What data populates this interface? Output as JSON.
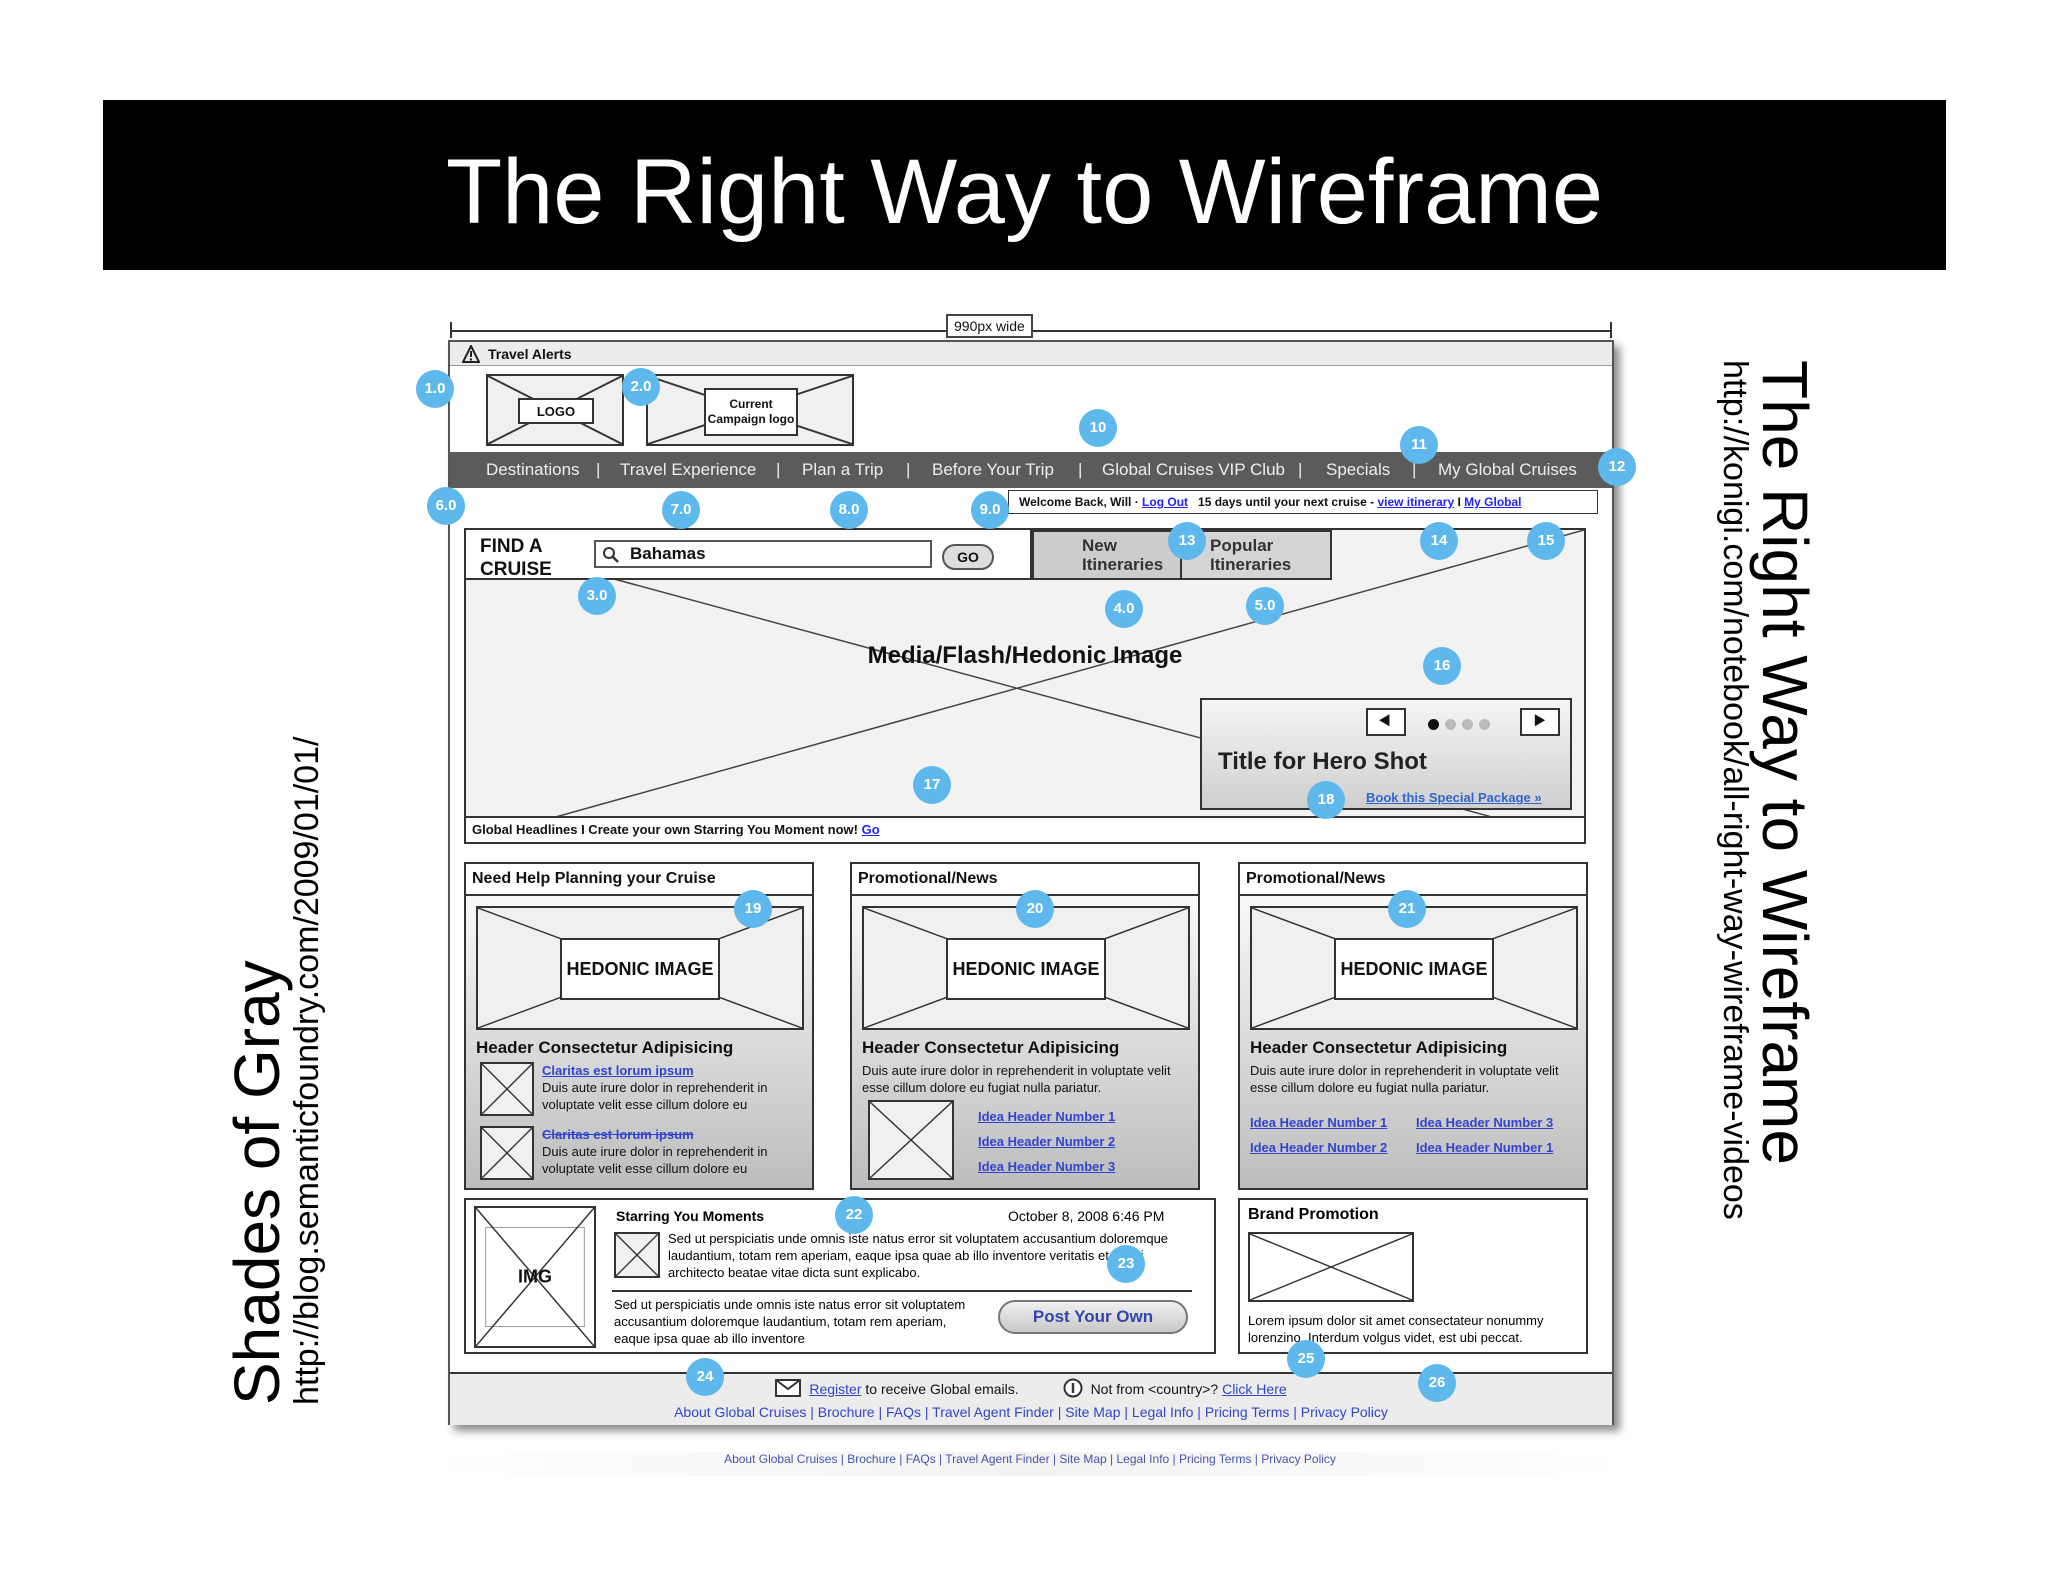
{
  "slide": {
    "title": "The Right Way to Wireframe",
    "left_heading": "Shades of Gray",
    "left_url": "http://blog.semanticfoundry.com/2009/01/01/",
    "right_heading": "The Right Way to Wireframe",
    "right_url": "http://konigi.com/notebook/all-right-way-wireframe-videos"
  },
  "wireframe": {
    "width_label": "990px wide",
    "travel_alerts": "Travel Alerts",
    "logo": "LOGO",
    "campaign_logo": "Current Campaign logo",
    "nav": [
      "Destinations",
      "|",
      "Travel Experience",
      "|",
      "Plan a Trip",
      "|",
      "Before Your Trip",
      "|",
      "Global Cruises VIP Club",
      "|",
      "Specials",
      "|",
      "My Global Cruises"
    ],
    "welcome": {
      "text": "Welcome Back, Will · ",
      "logout": "Log Out",
      "days": "15 days until your next cruise - ",
      "itinerary": "view itinerary",
      "sep": " I ",
      "my_global": "My Global"
    },
    "find": {
      "label": "FIND A CRUISE",
      "value": "Bahamas",
      "go": "GO",
      "tab_new": "New Itineraries",
      "tab_popular": "Popular Itineraries"
    },
    "media_label": "Media/Flash/Hedonic Image",
    "hero_title": "Title for Hero Shot",
    "hero_link": "Book this Special Package »",
    "headlines": {
      "text": "Global Headlines  I  Create your own Starring You Moment now! ",
      "go": "Go"
    },
    "panel1": {
      "title": "Need Help Planning your Cruise",
      "image": "HEDONIC IMAGE",
      "header": "Header Consectetur Adipisicing",
      "item1_link": "Claritas est lorum ipsum",
      "item1_text": "Duis aute irure dolor in reprehenderit in voluptate velit esse cillum dolore eu",
      "item2_link": "Claritas est lorum ipsum",
      "item2_text": "Duis aute irure dolor in reprehenderit in voluptate velit esse cillum dolore eu"
    },
    "panel2": {
      "title": "Promotional/News",
      "image": "HEDONIC IMAGE",
      "header": "Header Consectetur Adipisicing",
      "text": "Duis aute irure dolor in reprehenderit in voluptate velit esse cillum dolore eu fugiat nulla pariatur.",
      "links": [
        "Idea Header Number 1",
        "Idea Header Number 2",
        "Idea Header Number 3"
      ]
    },
    "panel3": {
      "title": "Promotional/News",
      "image": "HEDONIC IMAGE",
      "header": "Header Consectetur Adipisicing",
      "text": "Duis aute irure dolor in reprehenderit in voluptate velit esse cillum dolore eu fugiat nulla pariatur.",
      "links": [
        "Idea Header Number 1",
        "Idea Header Number 3",
        "Idea Header Number 2",
        "Idea Header Number 1"
      ]
    },
    "starring": {
      "img": "IMG",
      "title": "Starring You Moments",
      "date": "October 8, 2008 6:46 PM",
      "text1": "Sed ut perspiciatis unde omnis iste natus error sit voluptatem accusantium doloremque laudantium, totam rem aperiam, eaque ipsa quae ab illo inventore veritatis et quasi architecto beatae vitae dicta sunt explicabo.",
      "text2": "Sed ut perspiciatis unde omnis iste natus error sit voluptatem accusantium doloremque laudantium, totam rem aperiam, eaque ipsa quae ab illo inventore",
      "post": "Post Your Own"
    },
    "brand": {
      "title": "Brand Promotion",
      "text": "Lorem ipsum dolor sit amet consectateur nonummy lorenzino. Interdum volgus videt, est ubi peccat."
    },
    "footer": {
      "register": "Register",
      "register_text": " to receive Global emails.",
      "not_from": "Not from <country>? ",
      "click_here": "Click Here",
      "links": "About Global Cruises | Brochure | FAQs | Travel Agent Finder | Site Map | Legal Info | Pricing Terms | Privacy Policy"
    },
    "below_footer": "About Global Cruises  |  Brochure  |  FAQs  |  Travel Agent Finder  |  Site Map  |  Legal Info  |  Pricing Terms  |  Privacy Policy"
  },
  "markers": [
    "1.0",
    "2.0",
    "10",
    "11",
    "12",
    "6.0",
    "7.0",
    "8.0",
    "9.0",
    "13",
    "14",
    "15",
    "3.0",
    "4.0",
    "5.0",
    "16",
    "17",
    "18",
    "19",
    "20",
    "21",
    "22",
    "23",
    "24",
    "25",
    "26"
  ],
  "colors": {
    "marker": "#5fb8ec",
    "nav_bg": "#5b5b5b",
    "link": "#3344cc",
    "title_bar": "#000000"
  }
}
